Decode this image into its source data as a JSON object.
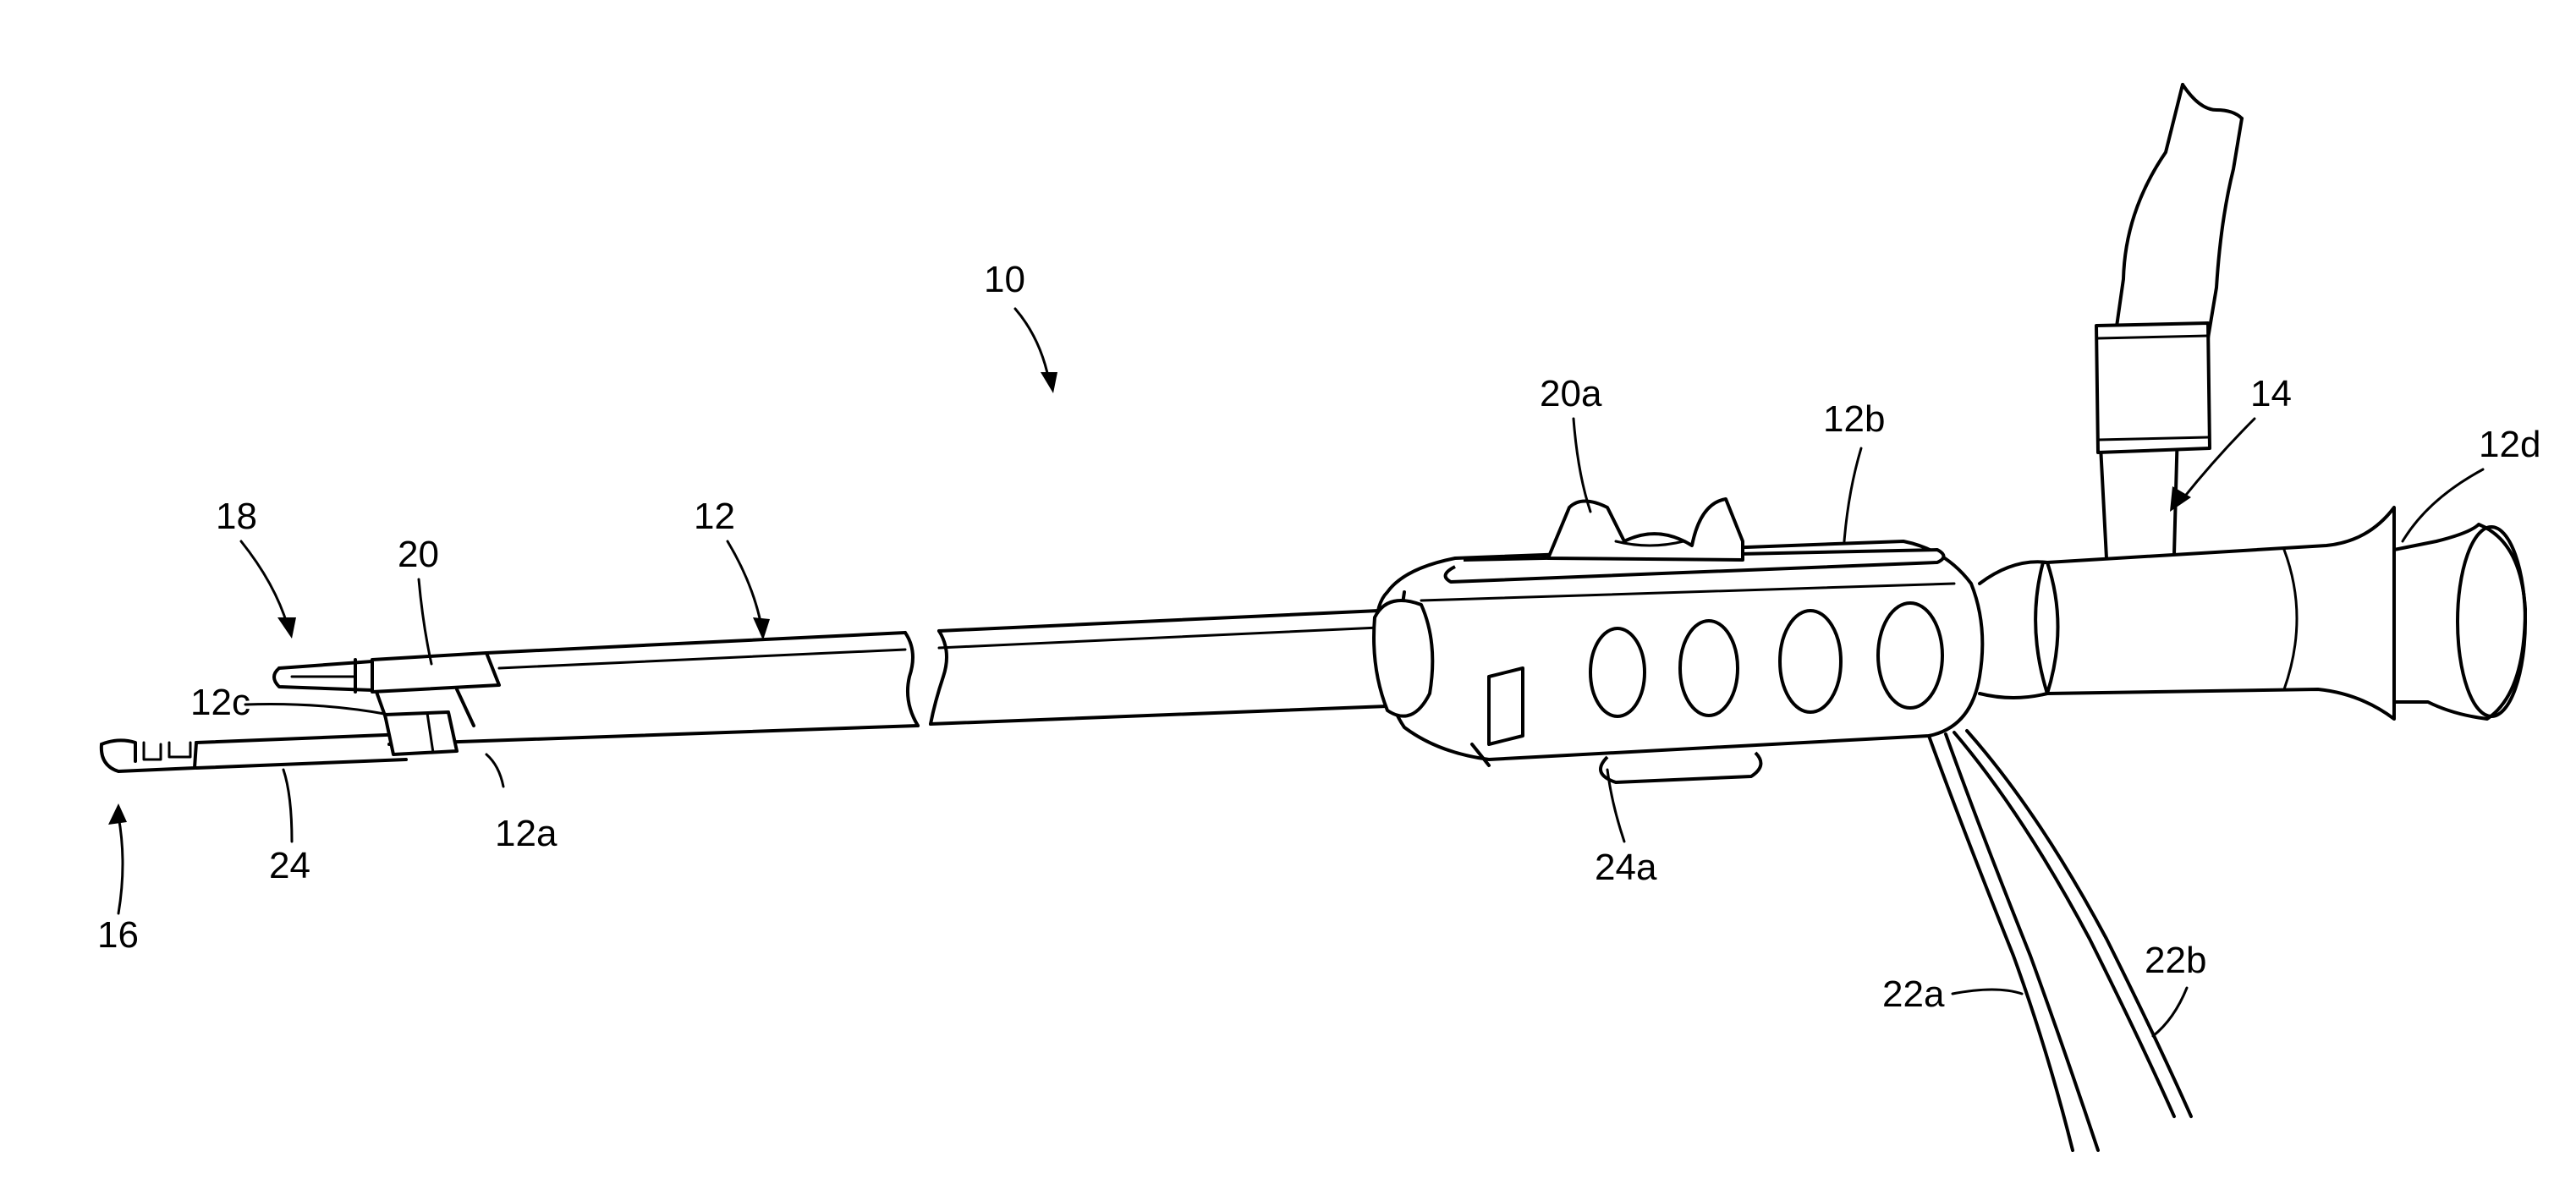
{
  "figure": {
    "labels": {
      "l10": "10",
      "l12": "12",
      "l12a": "12a",
      "l12b": "12b",
      "l12c": "12c",
      "l12d": "12d",
      "l14": "14",
      "l16": "16",
      "l18": "18",
      "l20": "20",
      "l20a": "20a",
      "l22a": "22a",
      "l22b": "22b",
      "l24": "24",
      "l24a": "24a"
    }
  }
}
